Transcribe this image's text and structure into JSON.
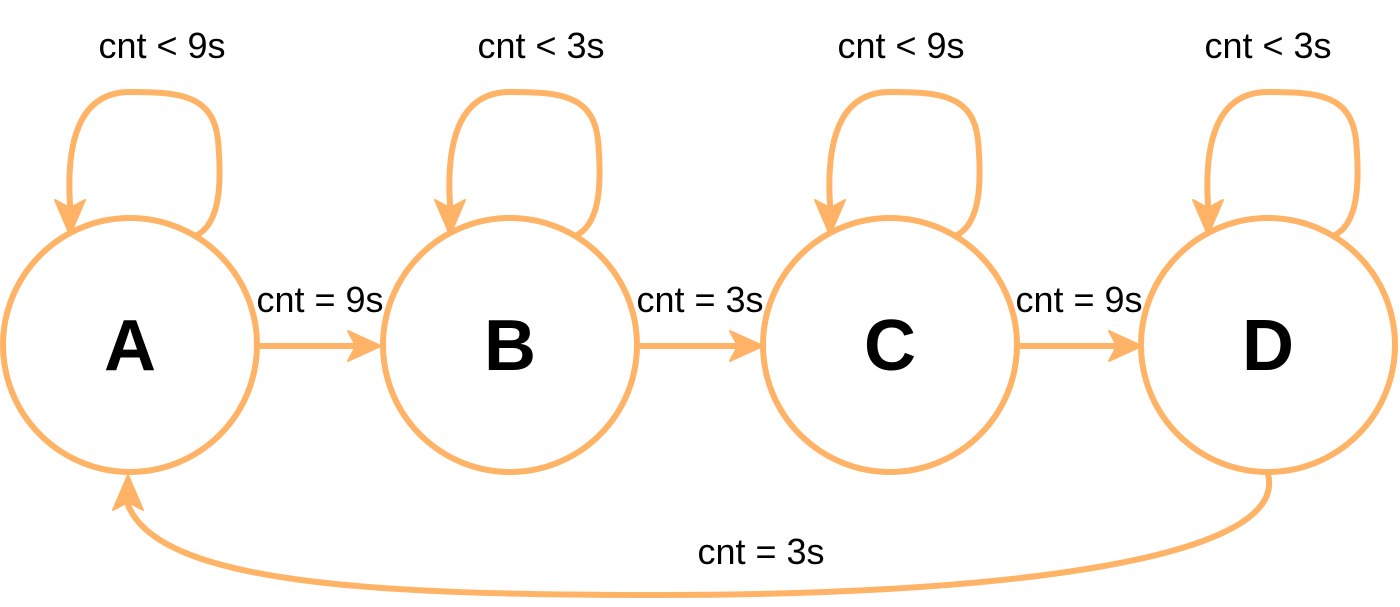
{
  "diagram": {
    "type": "state-machine",
    "edge_color": "#ffb366",
    "states": [
      {
        "id": "A",
        "label": "A"
      },
      {
        "id": "B",
        "label": "B"
      },
      {
        "id": "C",
        "label": "C"
      },
      {
        "id": "D",
        "label": "D"
      }
    ],
    "self_loops": [
      {
        "state": "A",
        "label": "cnt < 9s"
      },
      {
        "state": "B",
        "label": "cnt < 3s"
      },
      {
        "state": "C",
        "label": "cnt < 9s"
      },
      {
        "state": "D",
        "label": "cnt < 3s"
      }
    ],
    "transitions": [
      {
        "from": "A",
        "to": "B",
        "label": "cnt = 9s"
      },
      {
        "from": "B",
        "to": "C",
        "label": "cnt = 3s"
      },
      {
        "from": "C",
        "to": "D",
        "label": "cnt = 9s"
      },
      {
        "from": "D",
        "to": "A",
        "label": "cnt = 3s"
      }
    ]
  }
}
